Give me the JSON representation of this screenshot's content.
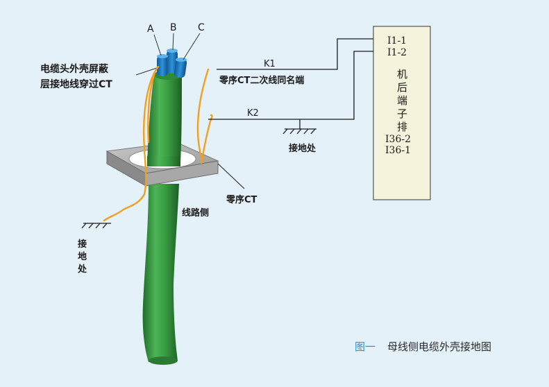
{
  "diagram": {
    "phase_labels": {
      "a": "A",
      "b": "B",
      "c": "C"
    },
    "shield_label": [
      "电缆头外壳屏蔽",
      "层接地线穿过CT"
    ],
    "k1": "K1",
    "k1_desc": "零序CT二次线同名端",
    "k2": "K2",
    "ground_right": "接地处",
    "ct_label": "零序CT",
    "line_side": "线路侧",
    "ground_left": [
      "接",
      "地",
      "处"
    ],
    "terminal_block": {
      "top_labels": [
        "I1-1",
        "I1-2"
      ],
      "name_chars": [
        "机",
        "后",
        "端",
        "子",
        "排"
      ],
      "bottom_labels": [
        "I36-2",
        "I36-1"
      ]
    },
    "caption": {
      "prefix": "图一",
      "text": "母线侧电缆外壳接地图"
    }
  },
  "colors": {
    "background": "#e4f1f9",
    "cable_green": "#3a9e43",
    "core_blue": "#1f7fc4",
    "ground_wire": "#f0a020",
    "ct_gray": "#9a9a9a",
    "caption_accent": "#2a8fd6"
  }
}
